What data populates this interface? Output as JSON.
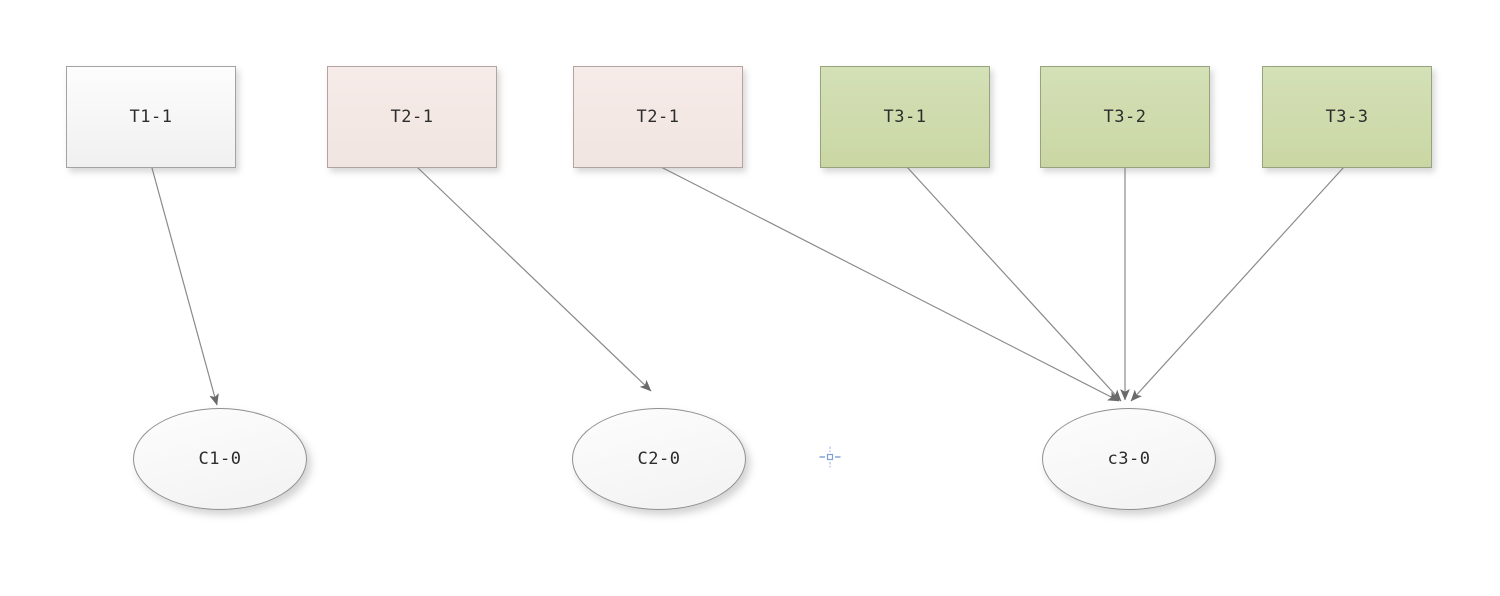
{
  "diagram": {
    "background_color": "#ffffff",
    "nodes": {
      "boxes": [
        {
          "id": "t1-1",
          "label": "T1-1",
          "shape": "rectangle",
          "color_key": "neutral"
        },
        {
          "id": "t2-1a",
          "label": "T2-1",
          "shape": "rectangle",
          "color_key": "pink"
        },
        {
          "id": "t2-1b",
          "label": "T2-1",
          "shape": "rectangle",
          "color_key": "pink"
        },
        {
          "id": "t3-1",
          "label": "T3-1",
          "shape": "rectangle",
          "color_key": "green"
        },
        {
          "id": "t3-2",
          "label": "T3-2",
          "shape": "rectangle",
          "color_key": "green"
        },
        {
          "id": "t3-3",
          "label": "T3-3",
          "shape": "rectangle",
          "color_key": "green"
        }
      ],
      "ellipses": [
        {
          "id": "c1-0",
          "label": "C1-0",
          "shape": "ellipse"
        },
        {
          "id": "c2-0",
          "label": "C2-0",
          "shape": "ellipse"
        },
        {
          "id": "c3-0",
          "label": "c3-0",
          "shape": "ellipse"
        }
      ]
    },
    "edges": [
      {
        "from": "T1-1 (box 1)",
        "to": "C1-0",
        "style": "arrow"
      },
      {
        "from": "T2-1 (box 2)",
        "to": "C2-0",
        "style": "arrow"
      },
      {
        "from": "T2-1 (box 3)",
        "to": "c3-0",
        "style": "arrow"
      },
      {
        "from": "T3-1 (box 4)",
        "to": "c3-0",
        "style": "arrow"
      },
      {
        "from": "T3-2 (box 5)",
        "to": "c3-0",
        "style": "arrow"
      },
      {
        "from": "T3-3 (box 6)",
        "to": "c3-0",
        "style": "arrow"
      }
    ],
    "colors": {
      "box_neutral_fill": "#f5f4f4",
      "box_neutral_border": "#a3a3a3",
      "box_pink_fill": "#f3e8e4",
      "box_pink_border": "#b2a5a0",
      "box_green_fill": "#ccd9a8",
      "box_green_border": "#97a37e",
      "ellipse_fill": "#f7f7f7",
      "ellipse_border": "#8f8f8f",
      "edge_stroke": "#8a8a8a",
      "arrowhead_fill": "#6a6a6a",
      "cursor_blue": "#7da0d6"
    },
    "cursor": {
      "type": "crosshair-marker",
      "color": "#7da0d6"
    }
  }
}
